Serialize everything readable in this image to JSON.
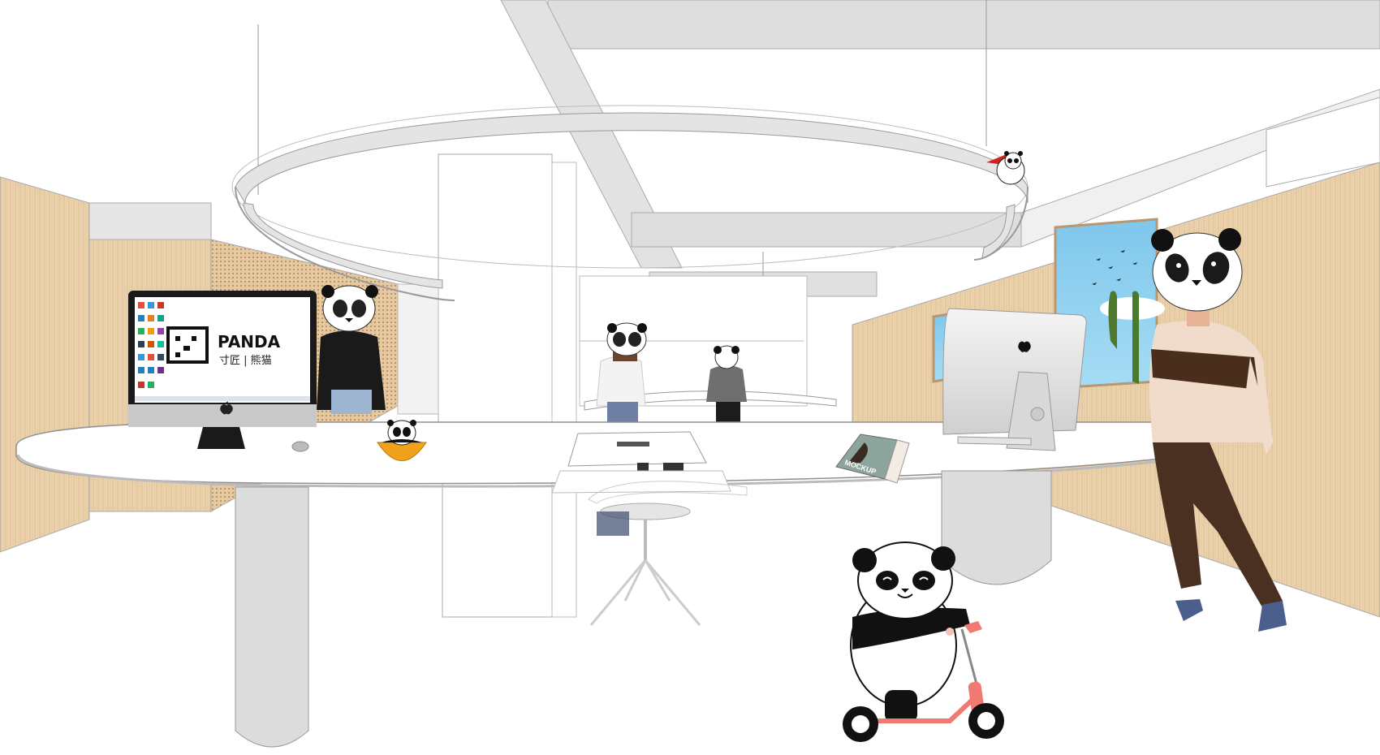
{
  "scene": {
    "description": "Office interior illustration with panda-headed figures",
    "background": "#ffffff",
    "colors": {
      "wood": "#e9cfa8",
      "wood_dark": "#d8b98c",
      "ceiling_gray": "#dedede",
      "line": "#9a9a9a",
      "desk": "#ffffff",
      "leg_gray": "#dcdcdc",
      "sky": "#8fd0ef",
      "scooter": "#f07a72",
      "sweater": "#f1dccb",
      "stripe": "#4a2e1c",
      "pants": "#4a3021",
      "shoes": "#4b5f8c",
      "cape": "#d32020",
      "bowl": "#f2a11c"
    }
  },
  "monitor_left": {
    "brand_title": "PANDA",
    "brand_subtitle": "寸匠 | 熊猫",
    "logo": "apple-logo"
  },
  "monitor_right": {
    "logo": "apple-logo"
  },
  "book": {
    "label": "MOCKUP"
  }
}
